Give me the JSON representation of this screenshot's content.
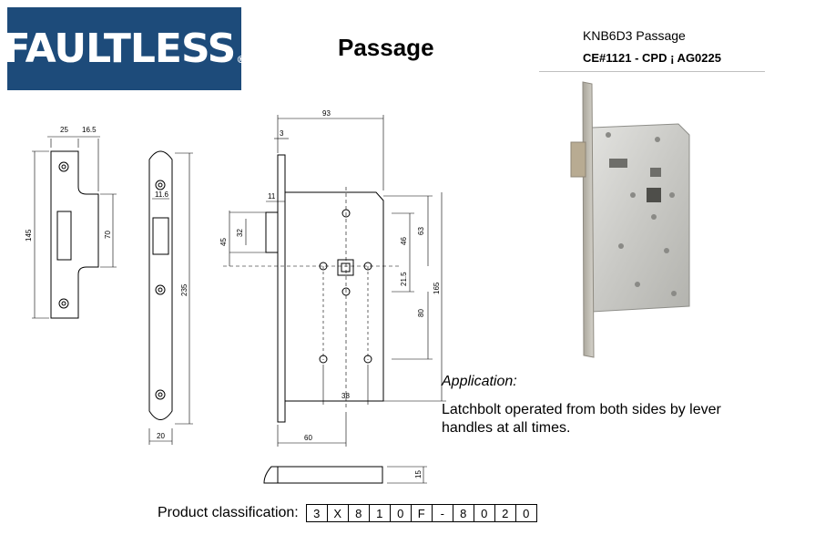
{
  "brand": {
    "logo_text": "FAULTLESS",
    "registered_mark": "®",
    "color": "#1d4b7a"
  },
  "title": "Passage",
  "product": {
    "model": "KNB6D3 Passage",
    "certification": "CE#1121 - CPD ¡  AG0225"
  },
  "dimensions": {
    "d25": "25",
    "d16_5": "16.5",
    "d145": "145",
    "d70": "70",
    "d11_6": "11.6",
    "d235": "235",
    "d20": "20",
    "d93": "93",
    "d3": "3",
    "d11": "11",
    "d45": "45",
    "d32": "32",
    "d46": "46",
    "d63": "63",
    "d21_5": "21.5",
    "d165": "165",
    "d80": "80",
    "d38": "38",
    "d60": "60",
    "d15": "15"
  },
  "application": {
    "heading": "Application:",
    "description": "Latchbolt operated from both sides by lever handles at all times."
  },
  "classification": {
    "label": "Product classification:",
    "codes": [
      "3",
      "X",
      "8",
      "1",
      "0",
      "F",
      "-",
      "8",
      "0",
      "2",
      "0"
    ]
  }
}
